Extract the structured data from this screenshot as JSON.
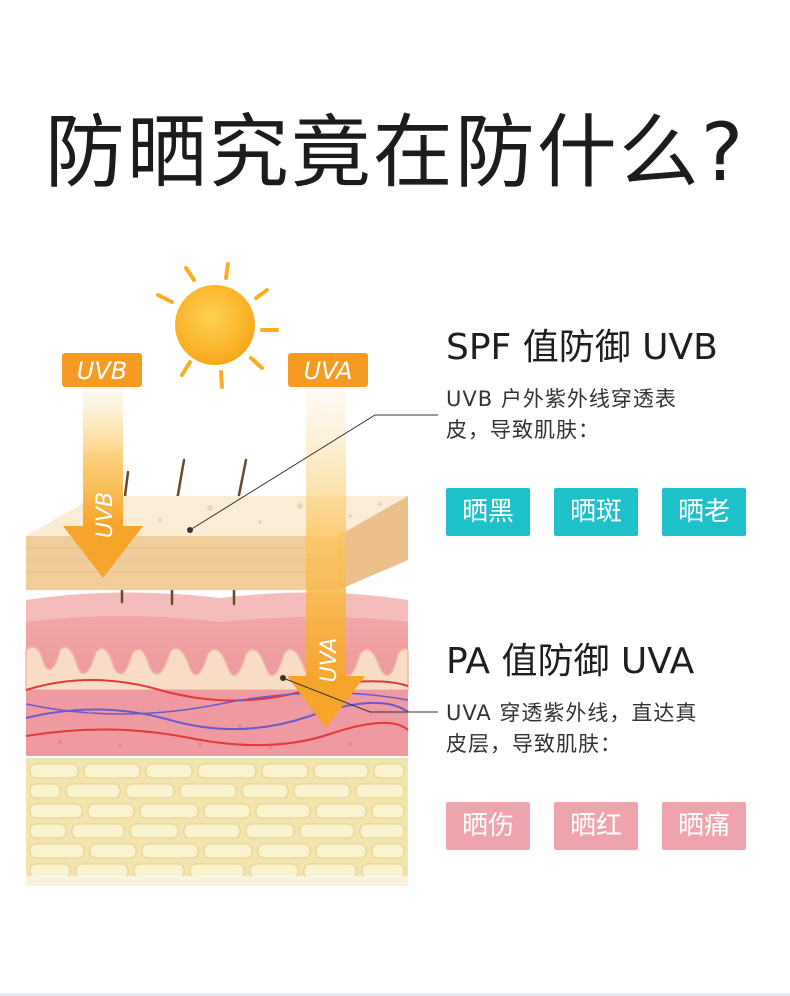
{
  "title": "防晒究竟在防什么?",
  "illustration": {
    "uvb_badge": "UVB",
    "uva_badge": "UVA",
    "uvb_arrow_label": "UVB",
    "uva_arrow_label": "UVA",
    "colors": {
      "sun": "#fdb31c",
      "badge": "#f59a23",
      "arrow": "#f8b83a"
    }
  },
  "spf": {
    "heading": "SPF 值防御 UVB",
    "desc_line1": "UVB 户外紫外线穿透表",
    "desc_line2": "皮，导致肌肤：",
    "tags": [
      "晒黑",
      "晒斑",
      "晒老"
    ],
    "tag_color": "#1ec0c9"
  },
  "pa": {
    "heading": "PA 值防御 UVA",
    "desc_line1": "UVA 穿透紫外线，直达真",
    "desc_line2": "皮层，导致肌肤：",
    "tags": [
      "晒伤",
      "晒红",
      "晒痛"
    ],
    "tag_color": "#eea4ac"
  }
}
